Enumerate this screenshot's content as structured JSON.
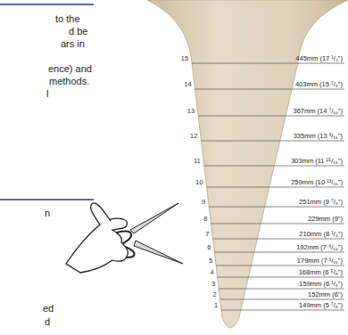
{
  "diagram": {
    "labels": [
      "to the",
      "d be",
      "ars in",
      "ence) and",
      "methods.",
      "l",
      "n",
      "ed",
      "d",
      "15",
      "14",
      "13",
      "12",
      "11",
      "10",
      "9",
      "8",
      "7",
      "6",
      "5",
      "4",
      "3",
      "2",
      "1",
      "445mm (17 ¹/₂\")",
      "403mm (15 ⁷/₈\")",
      "367mm (14 ⁷/₁₆\")",
      "335mm (13 ³/₁₆\")",
      "303mm (11 ¹⁵/₁₆\")",
      "259mm (10 ¹³/₁₆\")",
      "251mm (9 ⁷/₈\")",
      "229mm (9\")",
      "210mm (8 ¹/₄\")",
      "192mm (7 ⁹/₁₆\")",
      "179mm (7 ¹/₁₆\")",
      "168mm (6 ⁵/₈\")",
      "159mm (6 ¹/₄\")",
      "152mm (6\")",
      "149mm (5 ⁷/₈\")"
    ]
  }
}
